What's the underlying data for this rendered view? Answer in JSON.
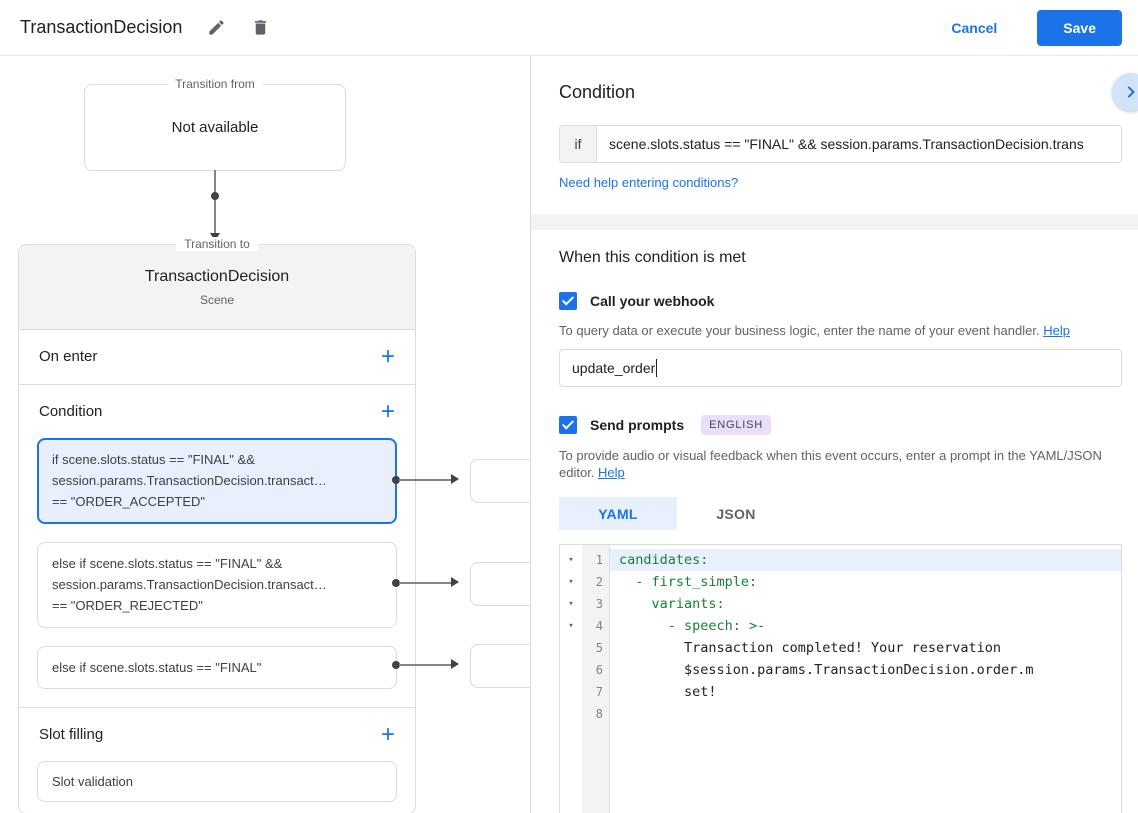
{
  "header": {
    "title": "TransactionDecision",
    "cancel": "Cancel",
    "save": "Save"
  },
  "graph": {
    "transition_from_label": "Transition from",
    "transition_from_value": "Not available",
    "transition_to_label": "Transition to",
    "scene_title": "TransactionDecision",
    "scene_subtitle": "Scene",
    "on_enter_label": "On enter",
    "condition_label": "Condition",
    "slot_filling_label": "Slot filling",
    "slot_validation_label": "Slot validation",
    "add_icon": "+",
    "conditions": [
      {
        "line1": "if scene.slots.status == \"FINAL\" &&",
        "line2": "session.params.TransactionDecision.transact…",
        "line3": "== \"ORDER_ACCEPTED\""
      },
      {
        "line1": "else if scene.slots.status == \"FINAL\" &&",
        "line2": "session.params.TransactionDecision.transact…",
        "line3": "== \"ORDER_REJECTED\""
      },
      {
        "line1": "else if scene.slots.status == \"FINAL\""
      }
    ]
  },
  "panel": {
    "title": "Condition",
    "if_label": "if",
    "condition_value": "scene.slots.status == \"FINAL\" && session.params.TransactionDecision.trans",
    "conditions_help_link": "Need help entering conditions?",
    "when_met_title": "When this condition is met",
    "webhook_label": "Call your webhook",
    "webhook_description": "To query data or execute your business logic, enter the name of your event handler.",
    "webhook_help_link": "Help",
    "webhook_value": "update_order",
    "prompts_label": "Send prompts",
    "language_badge": "ENGLISH",
    "prompts_description": "To provide audio or visual feedback when this event occurs, enter a prompt in the YAML/JSON editor.",
    "prompts_help_link": "Help",
    "tab_yaml": "YAML",
    "tab_json": "JSON",
    "editor": {
      "lines": [
        {
          "num": "1",
          "text": "candidates:"
        },
        {
          "num": "2",
          "text": "  - first_simple:"
        },
        {
          "num": "3",
          "text": "    variants:"
        },
        {
          "num": "4",
          "text": "      - speech: >-"
        },
        {
          "num": "5",
          "text": "        Transaction completed! Your reservation"
        },
        {
          "num": "6",
          "text": "        $session.params.TransactionDecision.order.m"
        },
        {
          "num": "7",
          "text": "        set!"
        },
        {
          "num": "8",
          "text": ""
        }
      ]
    }
  },
  "colors": {
    "accent_blue": "#1a73e8",
    "selected_bg": "#e8f0fe",
    "yaml_key_green": "#188038",
    "border_gray": "#dadce0"
  }
}
